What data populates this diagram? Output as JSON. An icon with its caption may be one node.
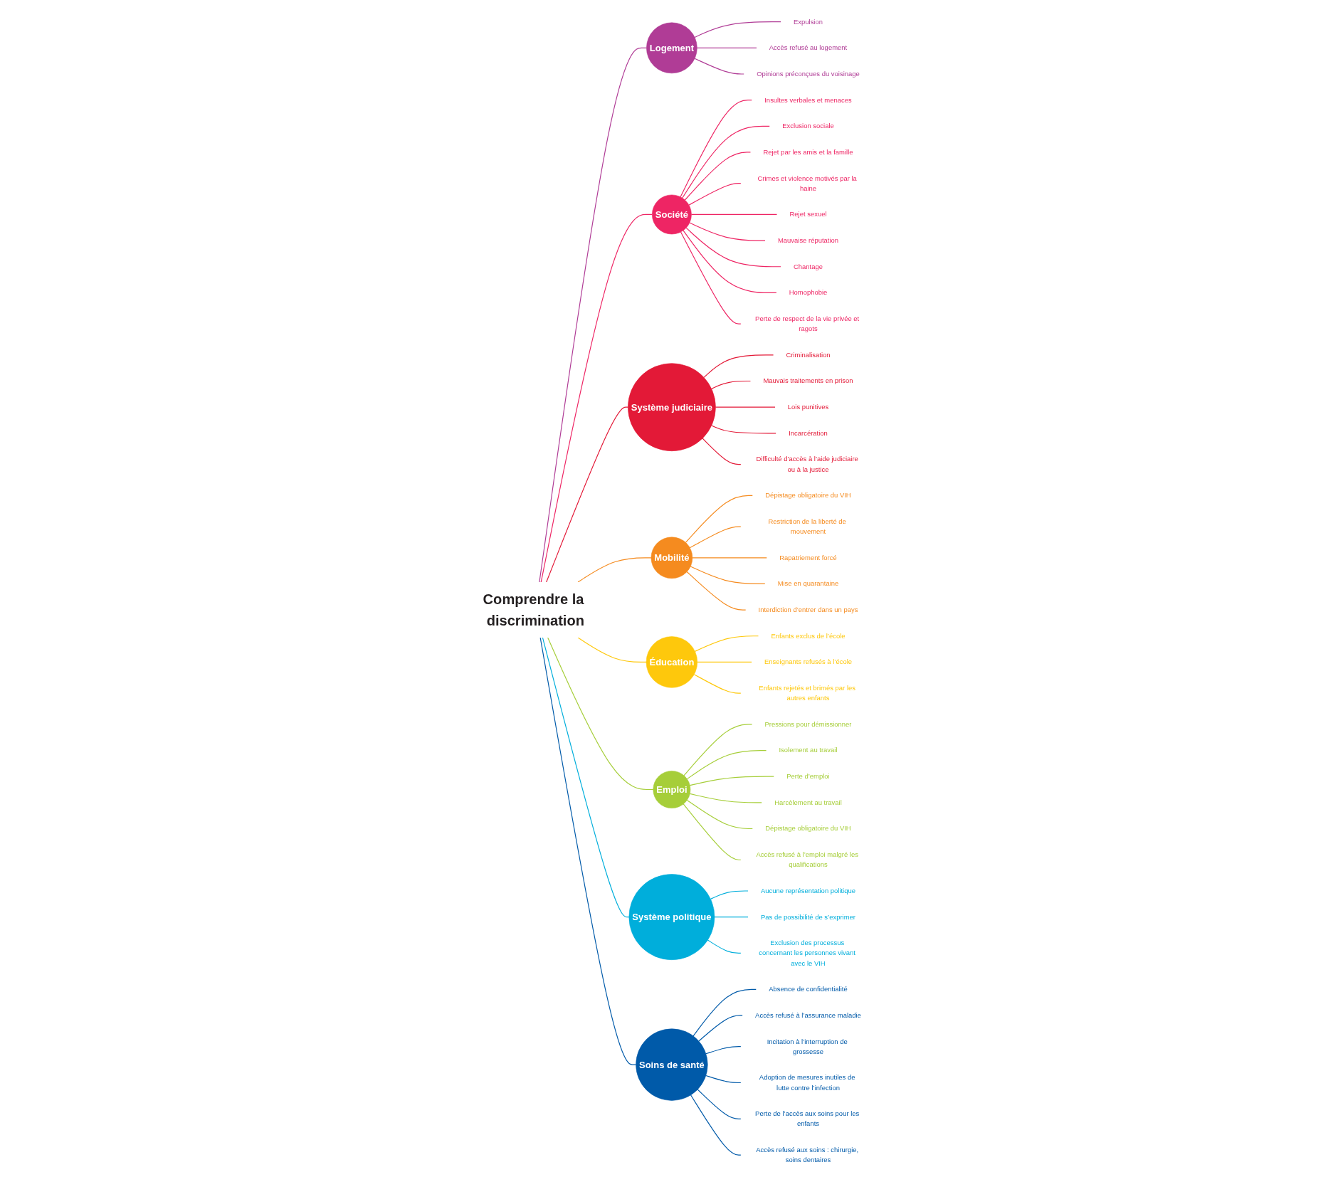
{
  "diagram": {
    "nodes": [
      {
        "text": [
          "Comprendre la discrimination"
        ]
      },
      {
        "text": [
          "Logement"
        ]
      },
      {
        "text": [
          "Expulsion"
        ]
      },
      {
        "text": [
          "Accès refusé au logement"
        ]
      },
      {
        "text": [
          "Opinions préconçues du voisinage"
        ]
      },
      {
        "text": [
          "Société"
        ]
      },
      {
        "text": [
          "Insultes verbales et menaces"
        ]
      },
      {
        "text": [
          "Exclusion sociale"
        ]
      },
      {
        "text": [
          "Rejet par les amis et la famille"
        ]
      },
      {
        "text": [
          "Crimes et violence motivés par la haine"
        ]
      },
      {
        "text": [
          "Rejet sexuel"
        ]
      },
      {
        "text": [
          "Mauvaise réputation"
        ]
      },
      {
        "text": [
          "Chantage"
        ]
      },
      {
        "text": [
          "Homophobie"
        ]
      },
      {
        "text": [
          "Perte de respect de la vie privée et ragots"
        ]
      },
      {
        "text": [
          "Système judiciaire"
        ]
      },
      {
        "text": [
          "Criminalisation"
        ]
      },
      {
        "text": [
          "Mauvais traitements en prison"
        ]
      },
      {
        "text": [
          "Lois punitives"
        ]
      },
      {
        "text": [
          "Incarcération"
        ]
      },
      {
        "text": [
          "Difficulté d’accès à l’aide judiciaire ou à la justice"
        ]
      },
      {
        "text": [
          "Mobilité"
        ]
      },
      {
        "text": [
          "Dépistage obligatoire du VIH"
        ]
      },
      {
        "text": [
          "Restriction de la liberté de mouvement"
        ]
      },
      {
        "text": [
          "Rapatriement forcé"
        ]
      },
      {
        "text": [
          "Mise en quarantaine"
        ]
      },
      {
        "text": [
          "Interdiction d’entrer dans un pays"
        ]
      },
      {
        "text": [
          "Éducation"
        ]
      },
      {
        "text": [
          "Enfants exclus de l’école"
        ]
      },
      {
        "text": [
          "Enseignants refusés à l’école"
        ]
      },
      {
        "text": [
          "Enfants rejetés et brimés par les autres enfants"
        ]
      },
      {
        "text": [
          "Emploi"
        ]
      },
      {
        "text": [
          "Pressions pour démissionner"
        ]
      },
      {
        "text": [
          "Isolement au travail"
        ]
      },
      {
        "text": [
          "Perte d’emploi"
        ]
      },
      {
        "text": [
          "Harcèlement au travail"
        ]
      },
      {
        "text": [
          "Dépistage obligatoire du VIH"
        ]
      },
      {
        "text": [
          "Accès refusé à l’emploi malgré les qualifications"
        ]
      },
      {
        "text": [
          "Système politique"
        ]
      },
      {
        "text": [
          "Aucune représentation politique"
        ]
      },
      {
        "text": [
          "Pas de possibilité de s’exprimer"
        ]
      },
      {
        "text": [
          "Exclusion des processus concernant les personnes vivant avec le VIH"
        ]
      },
      {
        "text": [
          "Soins de santé"
        ]
      },
      {
        "text": [
          "Absence de confidentialité"
        ]
      },
      {
        "text": [
          "Accès refusé à l’assurance maladie"
        ]
      },
      {
        "text": [
          "Incitation à l’interruption de grossesse"
        ]
      },
      {
        "text": [
          "Adoption de mesures inutiles de lutte contre l’infection"
        ]
      },
      {
        "text": [
          "Perte de l’accès aux soins pour les enfants"
        ]
      },
      {
        "text": [
          "Accès refusé aux soins : chirurgie, soins dentaires"
        ]
      }
    ],
    "edges": [
      {
        "from": 0,
        "to": 1,
        "arrow": "none",
        "color": "#b03c96"
      },
      {
        "from": 1,
        "to": 2,
        "arrow": "none",
        "color": "#b03c96"
      },
      {
        "from": 1,
        "to": 3,
        "arrow": "none",
        "color": "#b03c96"
      },
      {
        "from": 1,
        "to": 4,
        "arrow": "none",
        "color": "#b03c96"
      },
      {
        "from": 0,
        "to": 5,
        "arrow": "none",
        "color": "#ee2564"
      },
      {
        "from": 5,
        "to": 6,
        "arrow": "none",
        "color": "#ee2564"
      },
      {
        "from": 5,
        "to": 7,
        "arrow": "none",
        "color": "#ee2564"
      },
      {
        "from": 5,
        "to": 8,
        "arrow": "none",
        "color": "#ee2564"
      },
      {
        "from": 5,
        "to": 9,
        "arrow": "none",
        "color": "#ee2564"
      },
      {
        "from": 5,
        "to": 10,
        "arrow": "none",
        "color": "#ee2564"
      },
      {
        "from": 5,
        "to": 11,
        "arrow": "none",
        "color": "#ee2564"
      },
      {
        "from": 5,
        "to": 12,
        "arrow": "none",
        "color": "#ee2564"
      },
      {
        "from": 5,
        "to": 13,
        "arrow": "none",
        "color": "#ee2564"
      },
      {
        "from": 5,
        "to": 14,
        "arrow": "none",
        "color": "#ee2564"
      },
      {
        "from": 0,
        "to": 15,
        "arrow": "none",
        "color": "#e31937"
      },
      {
        "from": 15,
        "to": 16,
        "arrow": "none",
        "color": "#e31937"
      },
      {
        "from": 15,
        "to": 17,
        "arrow": "none",
        "color": "#e31937"
      },
      {
        "from": 15,
        "to": 18,
        "arrow": "none",
        "color": "#e31937"
      },
      {
        "from": 15,
        "to": 19,
        "arrow": "none",
        "color": "#e31937"
      },
      {
        "from": 15,
        "to": 20,
        "arrow": "none",
        "color": "#e31937"
      },
      {
        "from": 0,
        "to": 21,
        "arrow": "none",
        "color": "#f58b1f"
      },
      {
        "from": 21,
        "to": 22,
        "arrow": "none",
        "color": "#f58b1f"
      },
      {
        "from": 21,
        "to": 23,
        "arrow": "none",
        "color": "#f58b1f"
      },
      {
        "from": 21,
        "to": 24,
        "arrow": "none",
        "color": "#f58b1f"
      },
      {
        "from": 21,
        "to": 25,
        "arrow": "none",
        "color": "#f58b1f"
      },
      {
        "from": 21,
        "to": 26,
        "arrow": "none",
        "color": "#f58b1f"
      },
      {
        "from": 0,
        "to": 27,
        "arrow": "none",
        "color": "#fec80c"
      },
      {
        "from": 27,
        "to": 28,
        "arrow": "none",
        "color": "#fec80c"
      },
      {
        "from": 27,
        "to": 29,
        "arrow": "none",
        "color": "#fec80c"
      },
      {
        "from": 27,
        "to": 30,
        "arrow": "none",
        "color": "#fec80c"
      },
      {
        "from": 0,
        "to": 31,
        "arrow": "none",
        "color": "#a6ce39"
      },
      {
        "from": 31,
        "to": 32,
        "arrow": "none",
        "color": "#a6ce39"
      },
      {
        "from": 31,
        "to": 33,
        "arrow": "none",
        "color": "#a6ce39"
      },
      {
        "from": 31,
        "to": 34,
        "arrow": "none",
        "color": "#a6ce39"
      },
      {
        "from": 31,
        "to": 35,
        "arrow": "none",
        "color": "#a6ce39"
      },
      {
        "from": 31,
        "to": 36,
        "arrow": "none",
        "color": "#a6ce39"
      },
      {
        "from": 31,
        "to": 37,
        "arrow": "none",
        "color": "#a6ce39"
      },
      {
        "from": 0,
        "to": 38,
        "arrow": "none",
        "color": "#00aedb"
      },
      {
        "from": 38,
        "to": 39,
        "arrow": "none",
        "color": "#00aedb"
      },
      {
        "from": 38,
        "to": 40,
        "arrow": "none",
        "color": "#00aedb"
      },
      {
        "from": 38,
        "to": 41,
        "arrow": "none",
        "color": "#00aedb"
      },
      {
        "from": 0,
        "to": 42,
        "arrow": "none",
        "color": "#005aa9"
      },
      {
        "from": 42,
        "to": 43,
        "arrow": "none",
        "color": "#005aa9"
      },
      {
        "from": 42,
        "to": 44,
        "arrow": "none",
        "color": "#005aa9"
      },
      {
        "from": 42,
        "to": 45,
        "arrow": "none",
        "color": "#005aa9"
      },
      {
        "from": 42,
        "to": 46,
        "arrow": "none",
        "color": "#005aa9"
      },
      {
        "from": 42,
        "to": 47,
        "arrow": "none",
        "color": "#005aa9"
      },
      {
        "from": 42,
        "to": 48,
        "arrow": "none",
        "color": "#005aa9"
      }
    ]
  }
}
